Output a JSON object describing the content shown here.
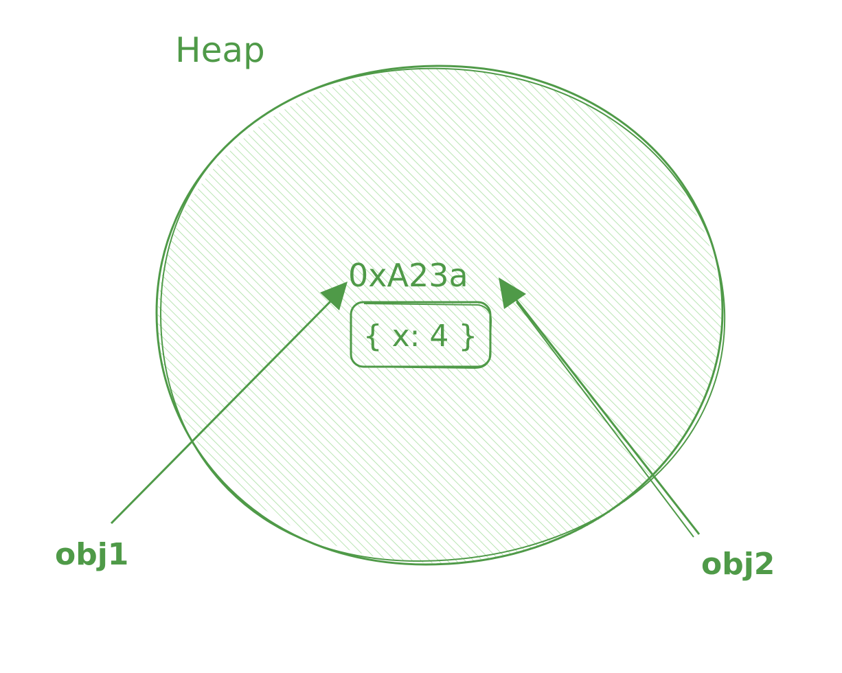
{
  "diagram": {
    "heap_label": "Heap",
    "address": "0xA23a",
    "object_value": "{ x: 4 }",
    "pointers": [
      {
        "name": "obj1"
      },
      {
        "name": "obj2"
      }
    ]
  },
  "colors": {
    "stroke": "#4f9a48",
    "hatch": "#a7dea0",
    "text": "#4f9a48"
  }
}
